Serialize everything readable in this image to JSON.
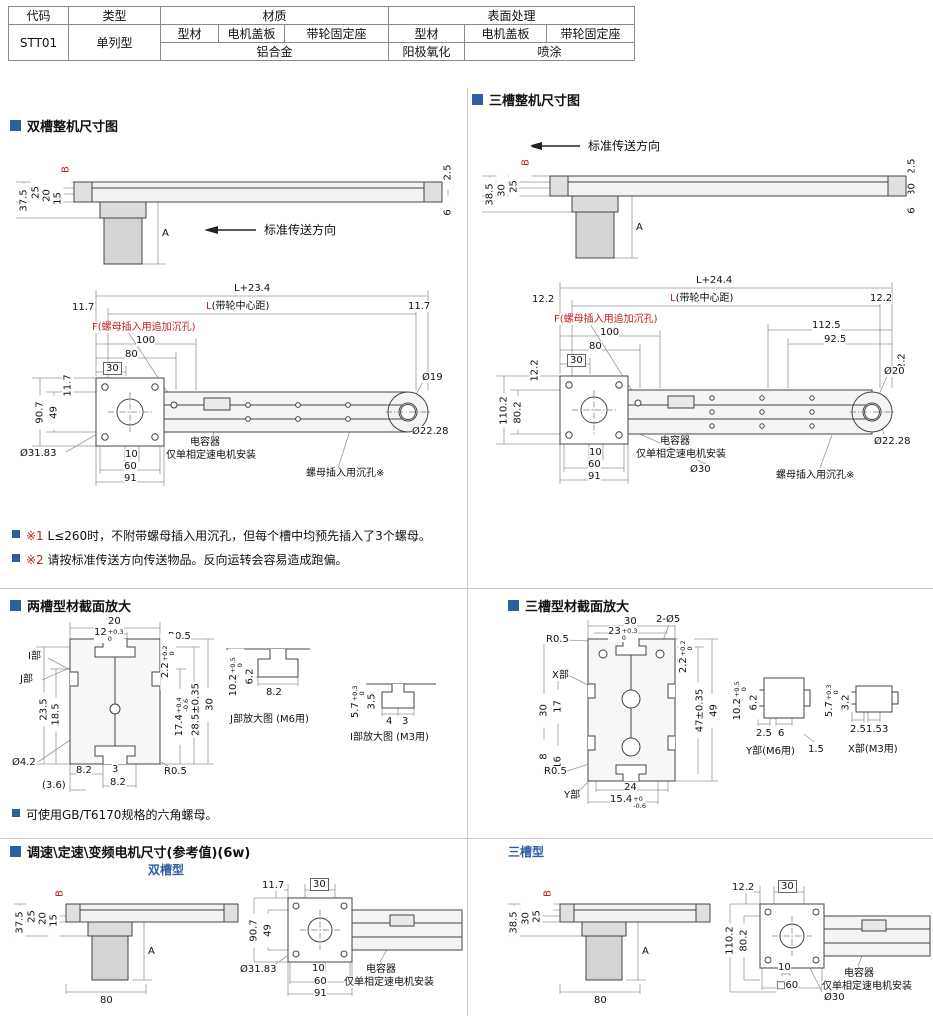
{
  "colors": {
    "accent": "#2e5fa3",
    "red": "#c81e1e"
  },
  "spec_table": {
    "h_code": "代码",
    "h_type": "类型",
    "h_material": "材质",
    "h_surface": "表面处理",
    "sub": [
      "型材",
      "电机盖板",
      "带轮固定座",
      "型材",
      "电机盖板",
      "带轮固定座"
    ],
    "code": "STT01",
    "type": "单列型",
    "material": "铝合金",
    "surface1": "阳极氧化",
    "surface2": "喷涂"
  },
  "titles": {
    "dual_overview": "双槽整机尺寸图",
    "triple_overview": "三槽整机尺寸图",
    "dual_profile": "两槽型材截面放大",
    "triple_profile": "三槽型材截面放大",
    "motor": "调速\\定速\\变频电机尺寸(参考值)(6w)",
    "motor_dual": "双槽型",
    "motor_triple": "三槽型"
  },
  "notes": {
    "n1_mark": "※1",
    "n1_text": "L≤260时，不附带螺母插入用沉孔，但每个槽中均预先插入了3个螺母。",
    "n2_mark": "※2",
    "n2_text": "请按标准传送方向传送物品。反向运转会容易造成跑偏。",
    "hex_nut": "可使用GB/T6170规格的六角螺母。"
  },
  "dual_side": {
    "direction": "标准传送方向",
    "d1": "37.5",
    "d2": "25",
    "d3": "20",
    "d4": "15",
    "b": "B",
    "r1": "2.5",
    "r2": "6",
    "a": "A"
  },
  "dual_top": {
    "l_total": "L+23.4",
    "l": "L",
    "l_suffix": "(带轮中心距)",
    "edge_l": "11.7",
    "edge_r": "11.7",
    "f": "F(螺母插入用追加沉孔)",
    "d100": "100",
    "d80": "80",
    "d30": "30",
    "v1": "11.7",
    "v2": "49",
    "v3": "90.7",
    "dia_flange": "Ø31.83",
    "cap1": "电容器",
    "cap2": "仅单相定速电机安装",
    "nut": "螺母插入用沉孔※",
    "b1": "10",
    "b2": "60",
    "b3": "91",
    "dia1": "Ø19",
    "dia2": "Ø22.28"
  },
  "triple_side": {
    "direction": "标准传送方向",
    "d1": "38.5",
    "d2": "30",
    "d3": "25",
    "b": "B",
    "r1": "2.5",
    "r2": "30",
    "r3": "6",
    "a": "A"
  },
  "triple_top": {
    "l_total": "L+24.4",
    "l": "L",
    "l_suffix": "(带轮中心距)",
    "edge_l": "12.2",
    "edge_r": "12.2",
    "f": "F(螺母插入用追加沉孔)",
    "d100": "100",
    "d80": "80",
    "d30": "30",
    "v_small": "12.2",
    "r1": "112.5",
    "r2": "92.5",
    "r3": "12.2",
    "v1": "110.2",
    "v2": "80.2",
    "dia_flange": "Ø30",
    "cap1": "电容器",
    "cap2": "仅单相定速电机安装",
    "nut": "螺母插入用沉孔※",
    "b1": "10",
    "b2": "60",
    "b3": "91",
    "dia1": "Ø20",
    "dia2": "Ø22.28"
  },
  "dual_profile": {
    "w": "20",
    "w2": "12",
    "w2t": "+0.3",
    "w2b": "0",
    "r_top": "R0.5",
    "i": "I部",
    "j": "J部",
    "h1": "23.5",
    "h2": "18.5",
    "dia": "Ø4.2",
    "r1": "2.2",
    "r1t": "+0.2",
    "r1b": "0",
    "r2": "17.4",
    "r2t": "+0.4",
    "r2b": "-0.6",
    "r3": "28.5±0.35",
    "r4": "30",
    "r_bot": "R0.5",
    "b1": "8.2",
    "b2": "3",
    "b3": "8.2",
    "ref": "(3.6)",
    "jd": {
      "v": "10.2",
      "vt": "+0.5",
      "vb": "0",
      "v2": "6.2",
      "b": "8.2",
      "cap": "J部放大图 (M6用)"
    },
    "id": {
      "v": "5.7",
      "vt": "+0.3",
      "vb": "0",
      "v2": "3.5",
      "b1": "4",
      "b2": "3",
      "cap": "I部放大图 (M3用)"
    }
  },
  "triple_profile": {
    "w": "30",
    "w2": "23",
    "w2t": "+0.3",
    "w2b": "0",
    "holes": "2-Ø5",
    "r_top": "R0.5",
    "x": "X部",
    "y": "Y部",
    "l1": "30",
    "l2": "17",
    "l3": "8",
    "l4": "16",
    "r_bot": "R0.5",
    "b1": "24",
    "b2": "15.4",
    "b2t": "+0",
    "b2b": "-0.6",
    "r1": "2.2",
    "r1t": "+0.2",
    "r1b": "0",
    "r2": "47±0.35",
    "r3": "49",
    "yd": {
      "v": "10.2",
      "vt": "+0.5",
      "vb": "0",
      "v2": "6.2",
      "b1": "2.5",
      "b2": "6",
      "b3": "1.5",
      "cap": "Y部(M6用)"
    },
    "xd": {
      "v": "5.7",
      "vt": "+0.3",
      "vb": "0",
      "v2": "3.2",
      "b1": "2.5",
      "b2": "1.5",
      "b3": "3",
      "cap": "X部(M3用)"
    }
  },
  "motor_dual": {
    "d1": "37.5",
    "d2": "25",
    "d3": "20",
    "d4": "15",
    "b": "B",
    "a": "A",
    "w": "80",
    "t1": "11.7",
    "t2": "30",
    "v1": "49",
    "v2": "90.7",
    "dia": "Ø31.83",
    "cap1": "电容器",
    "cap2": "仅单相定速电机安装",
    "b1": "10",
    "b2": "60",
    "b3": "91"
  },
  "motor_triple": {
    "d1": "38.5",
    "d2": "30",
    "d3": "25",
    "b": "B",
    "a": "A",
    "w": "80",
    "t1": "12.2",
    "t2": "30",
    "v1": "110.2",
    "v2": "80.2",
    "dia": "Ø30",
    "cap1": "电容器",
    "cap2": "仅单相定速电机安装",
    "b1": "10",
    "b2": "□60"
  }
}
